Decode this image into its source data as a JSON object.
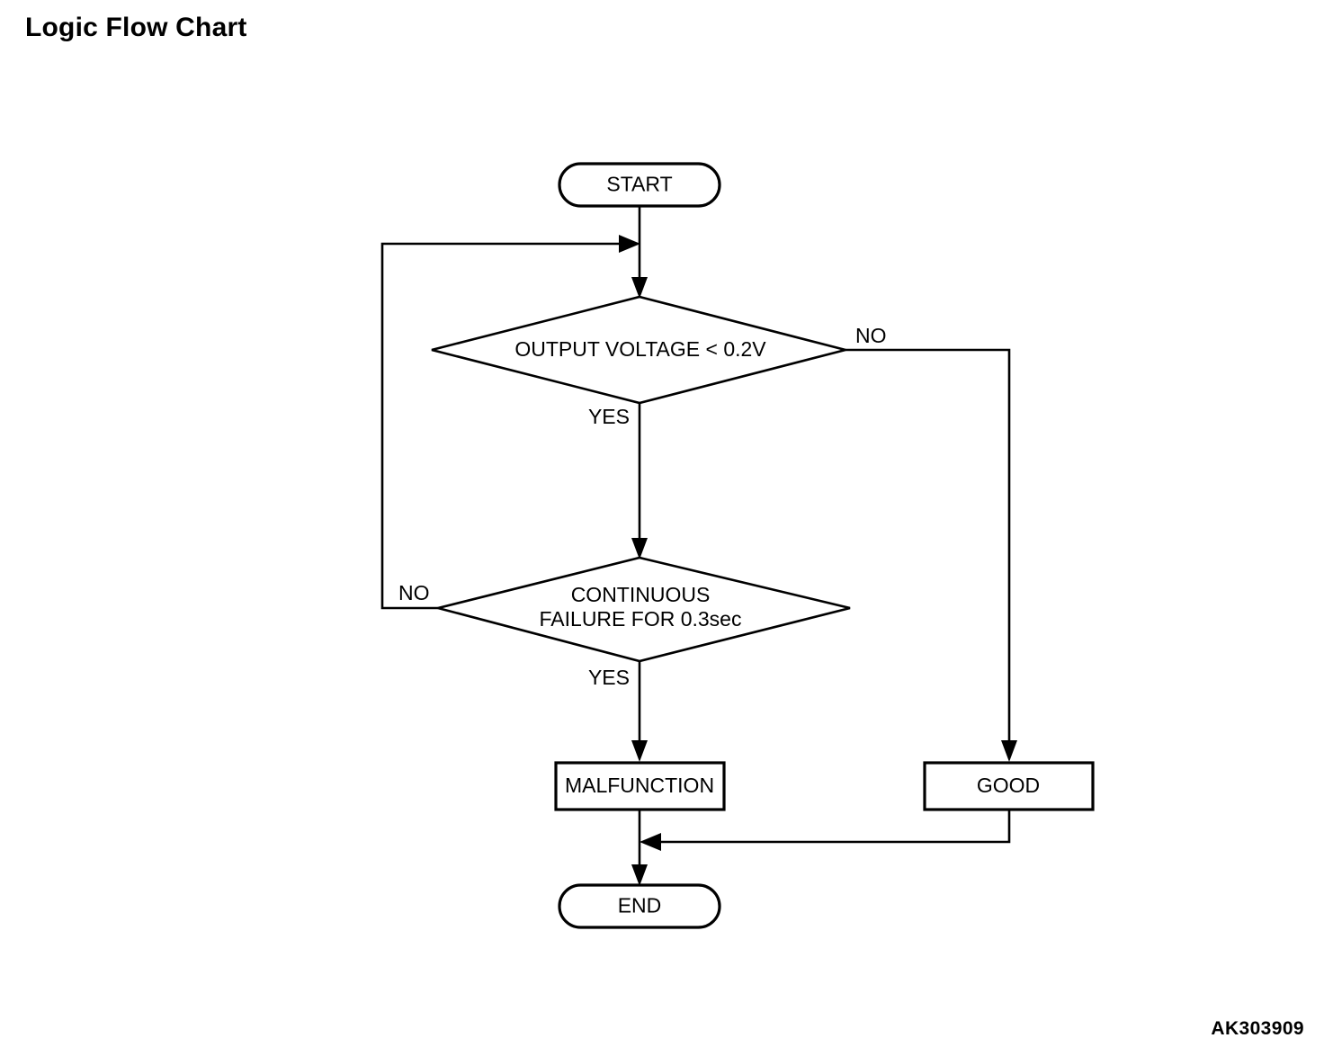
{
  "title": "Logic Flow Chart",
  "watermark": "AK303909",
  "chart_data": {
    "type": "diagram",
    "diagram_kind": "flowchart",
    "title": "Logic Flow Chart",
    "orientation": "top-to-bottom",
    "nodes": [
      {
        "id": "start",
        "shape": "stadium",
        "label": "START"
      },
      {
        "id": "decision1",
        "shape": "diamond",
        "label": "OUTPUT VOLTAGE < 0.2V"
      },
      {
        "id": "decision2",
        "shape": "diamond",
        "label_line1": "CONTINUOUS",
        "label_line2": "FAILURE FOR 0.3sec"
      },
      {
        "id": "malfunction",
        "shape": "rectangle",
        "label": "MALFUNCTION"
      },
      {
        "id": "good",
        "shape": "rectangle",
        "label": "GOOD"
      },
      {
        "id": "end",
        "shape": "stadium",
        "label": "END"
      }
    ],
    "edges": [
      {
        "from": "start",
        "to": "decision1",
        "label": ""
      },
      {
        "from": "decision1",
        "to": "decision2",
        "label": "YES"
      },
      {
        "from": "decision1",
        "to": "good",
        "label": "NO"
      },
      {
        "from": "decision2",
        "to": "malfunction",
        "label": "YES"
      },
      {
        "from": "decision2",
        "to": "decision1",
        "label": "NO"
      },
      {
        "from": "malfunction",
        "to": "end",
        "label": ""
      },
      {
        "from": "good",
        "to": "end",
        "label": ""
      }
    ],
    "labels": {
      "yes_1": "YES",
      "no_1": "NO",
      "yes_2": "YES",
      "no_2": "NO"
    },
    "colors": {
      "background": "#ffffff",
      "stroke": "#000000",
      "text": "#000000"
    }
  }
}
